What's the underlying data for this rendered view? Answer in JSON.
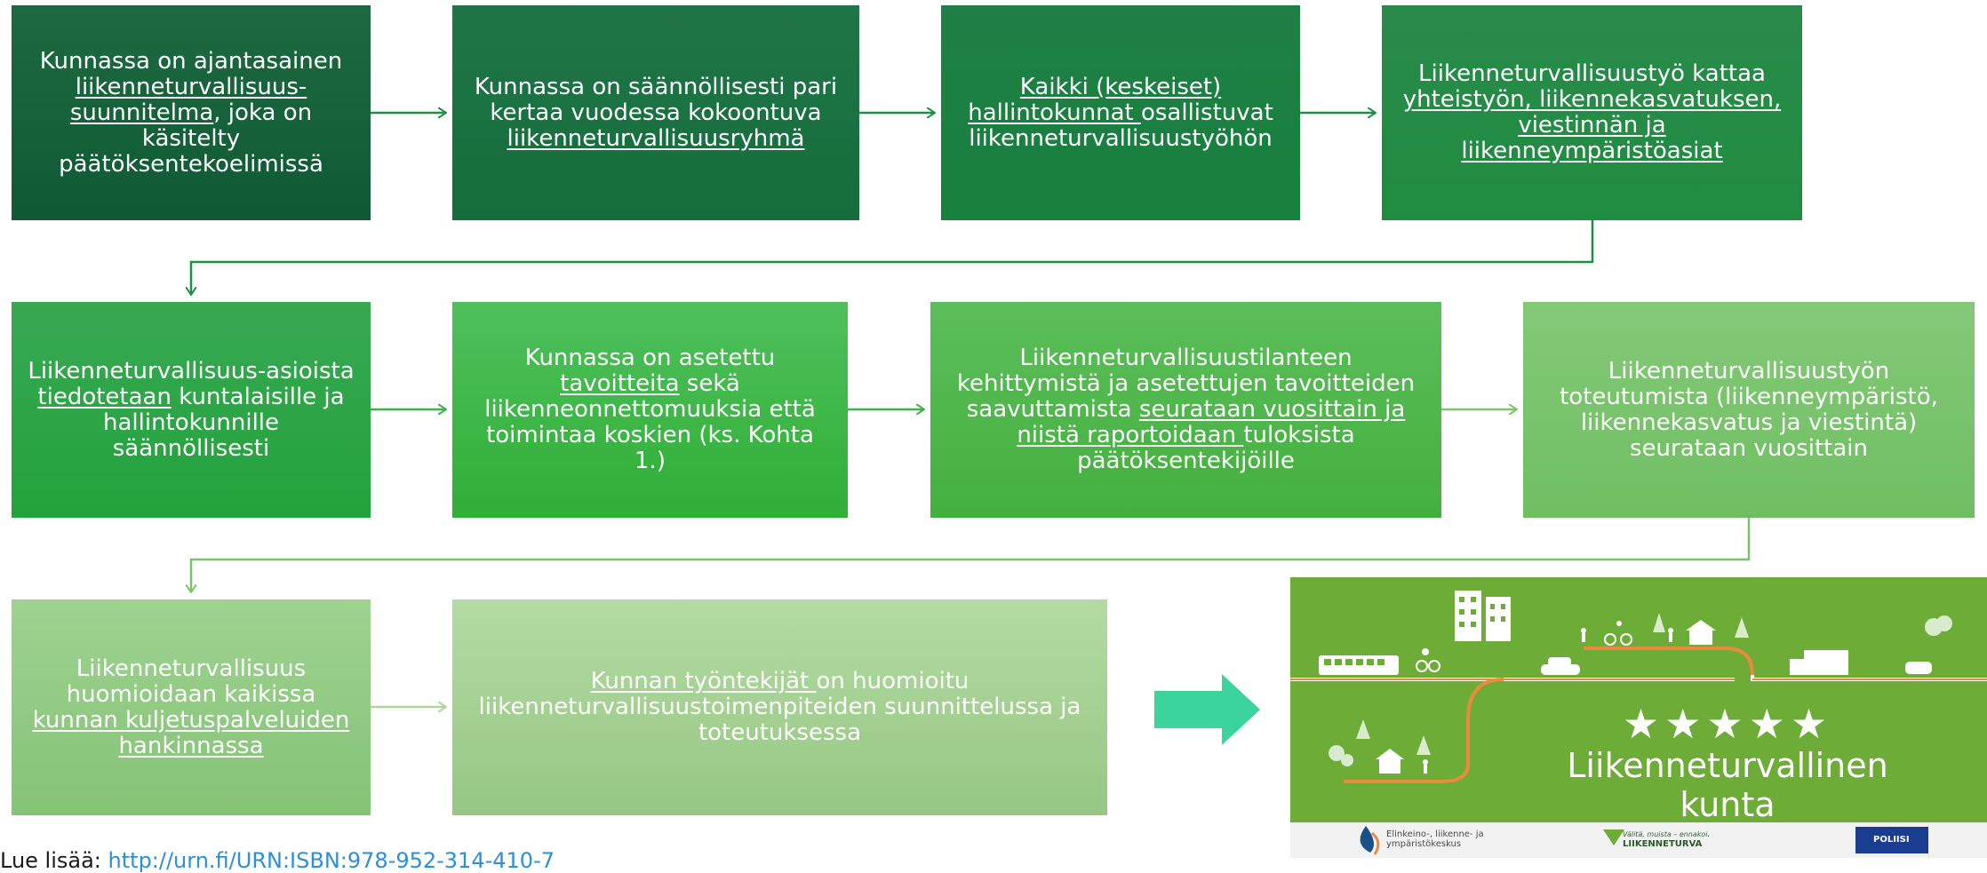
{
  "steps": [
    {
      "pre": "Kunnassa on ajantasainen ",
      "link": "liikenneturvallisuus-suunnitelma",
      "post": ", joka on käsitelty päätöksentekoelimissä"
    },
    {
      "pre": "Kunnassa on säännöllisesti pari kertaa vuodessa kokoontuva ",
      "link": "liikenneturvallisuusryhmä",
      "post": ""
    },
    {
      "pre": "",
      "link": "Kaikki (keskeiset) hallintokunnat ",
      "post": "osallistuvat liikenneturvallisuustyöhön"
    },
    {
      "pre": "Liikenneturvallisuustyö kattaa ",
      "link": "yhteistyön, liikennekasvatuksen, viestinnän ja liikenneympäristöasiat",
      "post": ""
    },
    {
      "pre": "Liikenneturvallisuus-asioista ",
      "link": "tiedotetaan",
      "post": " kuntalaisille ja hallintokunnille säännöllisesti"
    },
    {
      "pre": "Kunnassa on asetettu ",
      "link": "tavoitteita",
      "post": " sekä liikenneonnettomuuksia että toimintaa koskien (ks. Kohta 1.)"
    },
    {
      "pre": "Liikenneturvallisuustilanteen kehittymistä ja asetettujen tavoitteiden saavuttamista ",
      "link": "seurataan vuosittain ja niistä raportoidaan ",
      "post": "tuloksista päätöksentekijöille"
    },
    {
      "pre": "Liikenneturvallisuustyön toteutumista (liikenneympäristö, liikennekasvatus ja viestintä) seurataan vuosittain",
      "link": "",
      "post": ""
    },
    {
      "pre": "Liikenneturvallisuus huomioidaan kaikissa ",
      "link": "kunnan kuljetuspalveluiden hankinnassa",
      "post": ""
    },
    {
      "pre": "",
      "link": "Kunnan työntekijät ",
      "post": "on huomioitu liikenneturvallisuustoimenpiteiden suunnittelussa ja toteutuksessa"
    }
  ],
  "badge": {
    "stars": "★★★★★",
    "title": "Liikenneturvallinen kunta",
    "logo1": "Elinkeino-, liikenne- ja ympäristökeskus",
    "logo2_tag": "Välitä, muista – ennakoi.",
    "logo2": "LIIKENNETURVA",
    "logo3": "POLIISI"
  },
  "footnote": {
    "label": "Lue lisää: ",
    "link": "http://urn.fi/URN:ISBN:978-952-314-410-7"
  },
  "colors": {
    "arrow_dark": "#1e8f45",
    "arrow_light": "#7cc46b",
    "arrow_pale": "#a9d89a",
    "big_arrow": "#3ad49c",
    "badge_green": "#6cac37",
    "road": "#e98a3f"
  }
}
